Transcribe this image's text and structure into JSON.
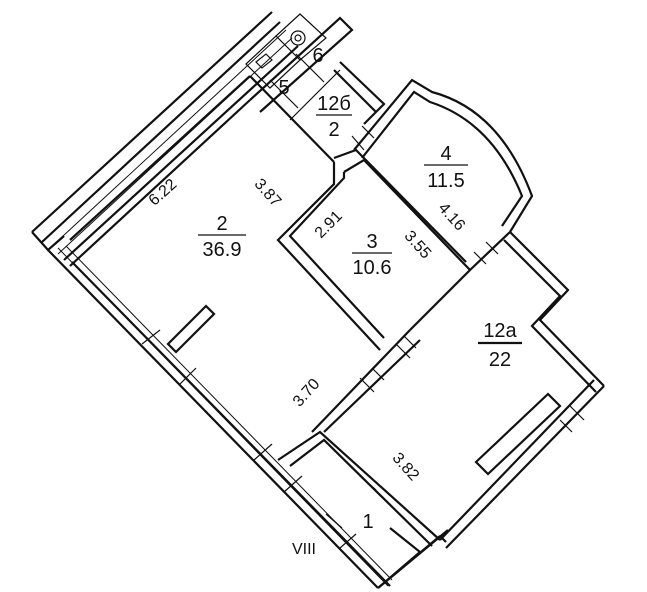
{
  "rooms": [
    {
      "number": "2",
      "area": "36.9"
    },
    {
      "number": "3",
      "area": "10.6"
    },
    {
      "number": "4",
      "area": "11.5"
    },
    {
      "number": "12а",
      "area": "22"
    },
    {
      "number": "12б",
      "area": "2"
    },
    {
      "number": "5"
    },
    {
      "number": "6"
    },
    {
      "number": "1"
    }
  ],
  "dimensions": {
    "room2_a": "6.22",
    "room2_b": "3.87",
    "room2_c": "3.70",
    "room3_a": "2.91",
    "room3_b": "3.55",
    "room4_a": "4.16",
    "room12a_a": "3.82"
  },
  "axis_label": "VIII"
}
